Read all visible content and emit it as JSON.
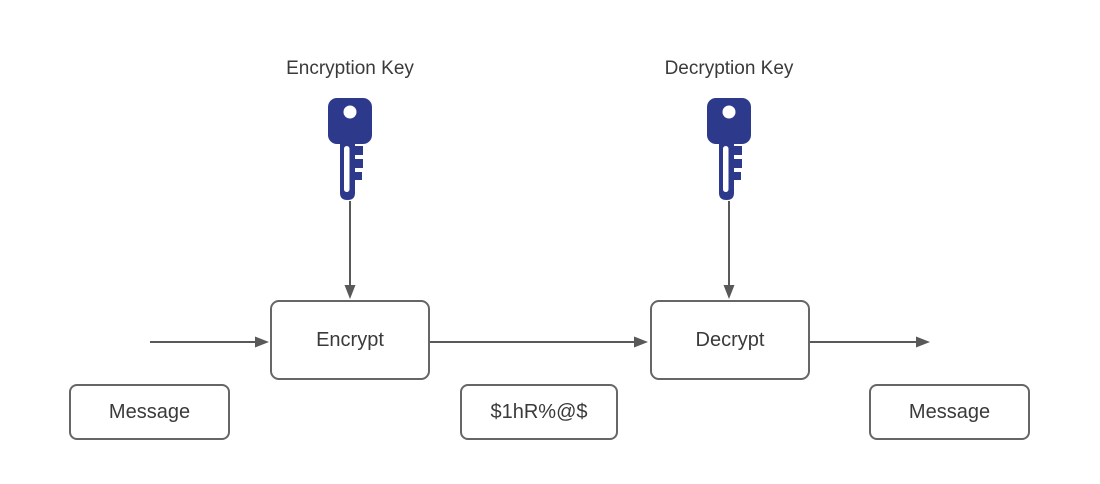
{
  "colors": {
    "background": "#ffffff",
    "key_fill": "#2d3a8c",
    "connector": "#595959",
    "node_border": "#666666",
    "text": "#3a3a3a"
  },
  "labels": {
    "encryption_key": "Encryption Key",
    "decryption_key": "Decryption Key"
  },
  "nodes": {
    "encrypt": {
      "label": "Encrypt"
    },
    "decrypt": {
      "label": "Decrypt"
    },
    "message_input": {
      "label": "Message"
    },
    "ciphertext": {
      "label": "$1hR%@$"
    },
    "message_output": {
      "label": "Message"
    }
  },
  "icons": {
    "encryption_key": "key-icon",
    "decryption_key": "key-icon"
  }
}
